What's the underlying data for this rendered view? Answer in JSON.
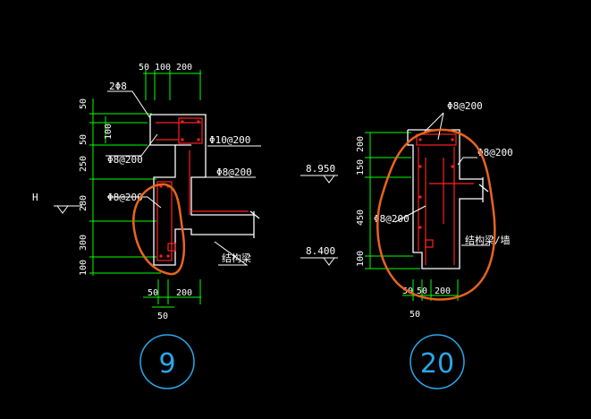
{
  "drawing": {
    "background": "#000000",
    "colors": {
      "outline": "#ffffff",
      "dimension": "#00ff00",
      "rebar": "#ff2020",
      "markup": "#e8641e",
      "circle": "#2aa7e8"
    }
  },
  "detail_9": {
    "number": "9",
    "top_dims": [
      "50",
      "100",
      "200"
    ],
    "left_dims": [
      "50",
      "100",
      "50",
      "250",
      "280",
      "300",
      "100"
    ],
    "bottom_dims": [
      "50",
      "200",
      "50"
    ],
    "labels": {
      "bar_top": "2Φ8",
      "stirrup_1": "Φ8@200",
      "stirrup_2": "Φ10@200",
      "stirrup_3": "Φ8@200",
      "stirrup_4": "Φ8@200",
      "level": "H",
      "beam": "结构梁"
    }
  },
  "detail_20": {
    "number": "20",
    "left_dims": [
      "200",
      "150",
      "450",
      "100"
    ],
    "bottom_dims": [
      "50",
      "50",
      "200",
      "50"
    ],
    "labels": {
      "stirrup_top": "Φ8@200",
      "stirrup_right": "Φ8@200",
      "stirrup_left": "Φ8@200",
      "elevation_upper": "8.950",
      "elevation_lower": "8.400",
      "beam": "结构梁/墙"
    }
  }
}
